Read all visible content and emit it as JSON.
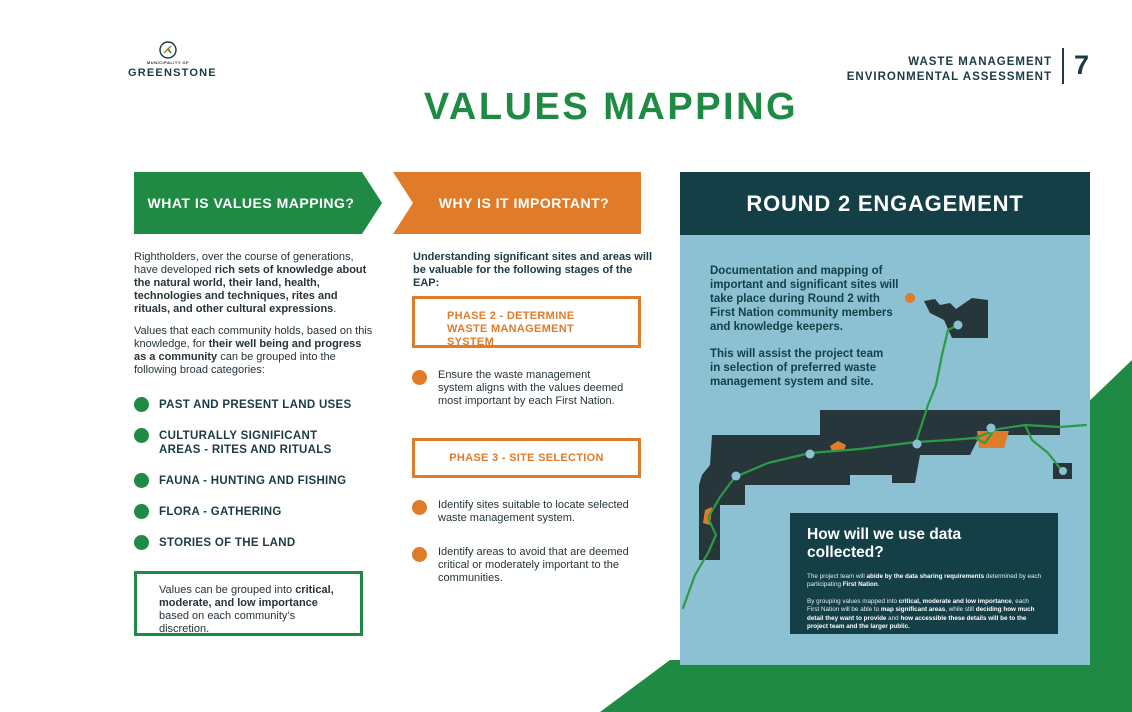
{
  "logo": {
    "subtitle": "MUNICIPALITY OF",
    "name": "GREENSTONE"
  },
  "header": {
    "line1": "WASTE MANAGEMENT",
    "line2": "ENVIRONMENTAL ASSESSMENT",
    "page_number": "7"
  },
  "title": "VALUES MAPPING",
  "col1": {
    "banner": "WHAT IS VALUES MAPPING?",
    "p1": {
      "a": "Rightholders, over the course of generations, have developed ",
      "b": "rich sets of knowledge about the natural world, their land, health, technologies and techniques, rites and rituals, and other cultural expressions",
      "c": "."
    },
    "p2": {
      "a": "Values that each community holds, based on this knowledge, for ",
      "b": "their well being and progress as a community",
      "c": " can be grouped into the following broad categories:"
    },
    "categories": [
      "PAST AND PRESENT LAND USES",
      "CULTURALLY SIGNIFICANT AREAS - RITES AND RITUALS",
      "FAUNA - HUNTING AND FISHING",
      "FLORA - GATHERING",
      "STORIES OF THE LAND"
    ],
    "note": {
      "a": "Values can be grouped into ",
      "b": "critical, moderate, and low importance",
      "c": " based on each community’s discretion."
    }
  },
  "col2": {
    "banner": "WHY IS IT IMPORTANT?",
    "intro": "Understanding significant sites and areas will be valuable for the following stages of the EAP:",
    "phase2": "PHASE 2 - DETERMINE WASTE MANAGEMENT SYSTEM",
    "phase2_bullets": [
      "Ensure the waste management system aligns with the values deemed most important by each First Nation."
    ],
    "phase3": "PHASE 3 - SITE SELECTION",
    "phase3_bullets": [
      "Identify sites suitable to locate selected waste management system.",
      "Identify areas to avoid that are deemed critical or moderately important to the communities."
    ]
  },
  "col3": {
    "heading": "ROUND 2 ENGAGEMENT",
    "text1": "Documentation and mapping of important and significant sites will take place during Round 2 with First Nation community members and knowledge keepers.",
    "text2": "This will assist the project team in selection of preferred waste management system and site.",
    "info": {
      "title": "How will we use data collected?",
      "p1": {
        "a": "The project team will ",
        "b": "abide by the data sharing requirements",
        "c": " determined by each participating ",
        "d": "First Nation",
        "e": "."
      },
      "p2": {
        "a": "By grouping values mapped into ",
        "b": "critical, moderate and low importance",
        "c": ", each First Nation will be able to ",
        "d": "map significant areas",
        "e": ", while still ",
        "f": "deciding how much detail they want to provide",
        "g": " and ",
        "h": "how accessible these details will be to the project team and the larger public."
      }
    }
  },
  "colors": {
    "green": "#1f8a43",
    "orange": "#e07b2a",
    "navy": "#143f47",
    "light_blue": "#8bc1d3"
  }
}
